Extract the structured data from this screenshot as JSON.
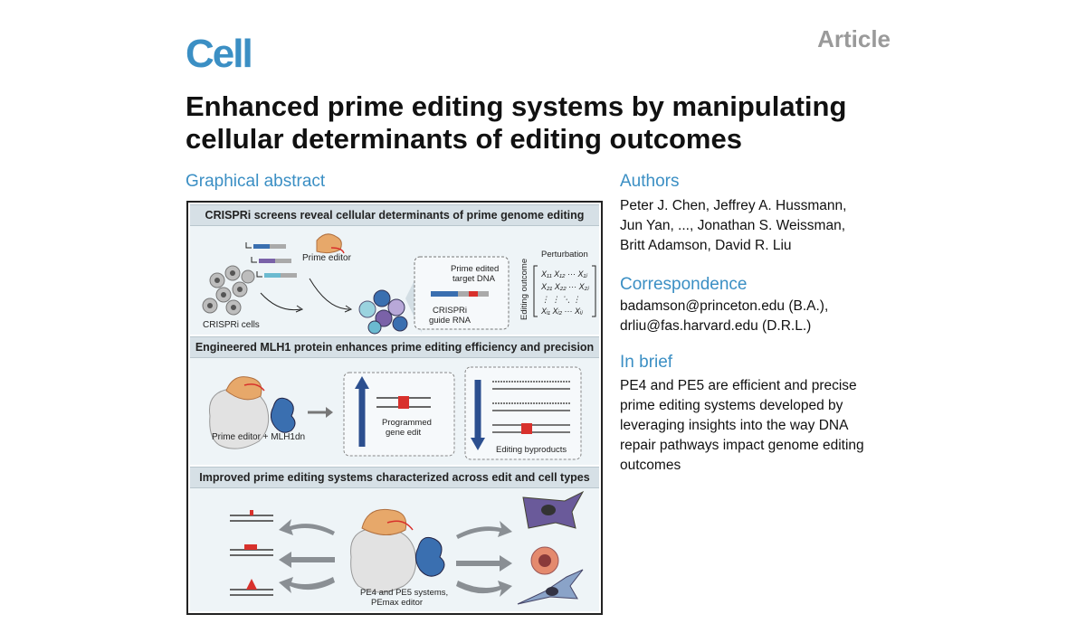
{
  "header": {
    "journal": "Cell",
    "article_type": "Article",
    "title": "Enhanced prime editing systems by manipulating cellular determinants of editing outcomes"
  },
  "graphical_abstract": {
    "heading": "Graphical abstract",
    "panel1": {
      "band": "CRISPRi screens reveal cellular determinants of prime genome editing",
      "crispri_cells": "CRISPRi cells",
      "prime_editor": "Prime editor",
      "target_dna_line1": "Prime edited",
      "target_dna_line2": "target DNA",
      "guide_line1": "CRISPRi",
      "guide_line2": "guide RNA",
      "perturbation": "Perturbation",
      "editing_outcome": "Editing outcome"
    },
    "panel2": {
      "band": "Engineered MLH1 protein enhances prime editing efficiency and precision",
      "editor_label": "Prime editor + MLH1dn",
      "programmed_line1": "Programmed",
      "programmed_line2": "gene edit",
      "byproducts": "Editing byproducts"
    },
    "panel3": {
      "band": "Improved prime editing systems characterized across edit and cell types",
      "systems_line1": "PE4 and PE5 systems,",
      "systems_line2": "PEmax editor"
    },
    "colors": {
      "accent": "#3b8fc4",
      "band_bg": "#d6e0e6",
      "panel_bg": "#eef4f7",
      "edit_red": "#d8312c",
      "arrow_blue": "#2c4f8f"
    }
  },
  "authors": {
    "heading": "Authors",
    "line1": "Peter J. Chen, Jeffrey A. Hussmann,",
    "line2": "Jun Yan, ..., Jonathan S. Weissman,",
    "line3": "Britt Adamson, David R. Liu"
  },
  "correspondence": {
    "heading": "Correspondence",
    "email1": "badamson@princeton.edu (B.A.),",
    "email2": "drliu@fas.harvard.edu (D.R.L.)"
  },
  "in_brief": {
    "heading": "In brief",
    "line1": "PE4 and PE5 are efficient and precise",
    "line2": "prime editing systems developed by",
    "line3": "leveraging insights into the way DNA",
    "line4": "repair pathways impact genome editing",
    "line5": "outcomes"
  }
}
